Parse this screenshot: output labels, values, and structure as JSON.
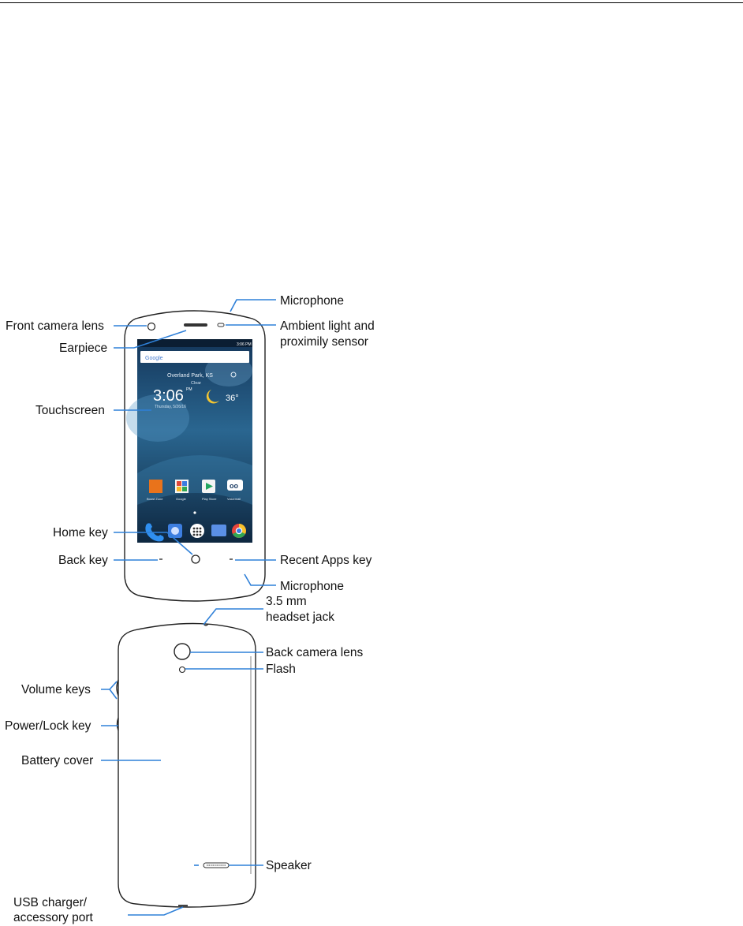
{
  "diagram": {
    "front_labels": {
      "microphone_top": "Microphone",
      "front_camera": "Front camera lens",
      "ambient_1": "Ambient light and",
      "ambient_2": "proximily sensor",
      "earpiece": "Earpiece",
      "touchscreen": "Touchscreen",
      "home_key": "Home key",
      "back_key": "Back key",
      "recent_apps": "Recent Apps key",
      "microphone_bottom": "Microphone"
    },
    "back_labels": {
      "headset_1": "3.5 mm",
      "headset_2": "headset jack",
      "back_camera": "Back camera lens",
      "flash": "Flash",
      "volume_keys": "Volume keys",
      "power_key": "Power/Lock key",
      "battery_cover": "Battery cover",
      "speaker": "Speaker",
      "usb_1": "USB charger/",
      "usb_2": "accessory port"
    },
    "screen": {
      "search_brand": "Google",
      "location": "Overland Park, KS",
      "weather_cond": "Clear",
      "time": "3:06",
      "ampm": "PM",
      "date": "Thursday, 5/26/16",
      "temp": "36°",
      "status_time": "3:06 PM",
      "apps": [
        "Boost Zone",
        "Google",
        "Play Store",
        "Voicemail"
      ]
    },
    "colors": {
      "leader": "#2f80d8",
      "screen_dark": "#0f2a45",
      "screen_mid": "#2d6e9a"
    }
  }
}
